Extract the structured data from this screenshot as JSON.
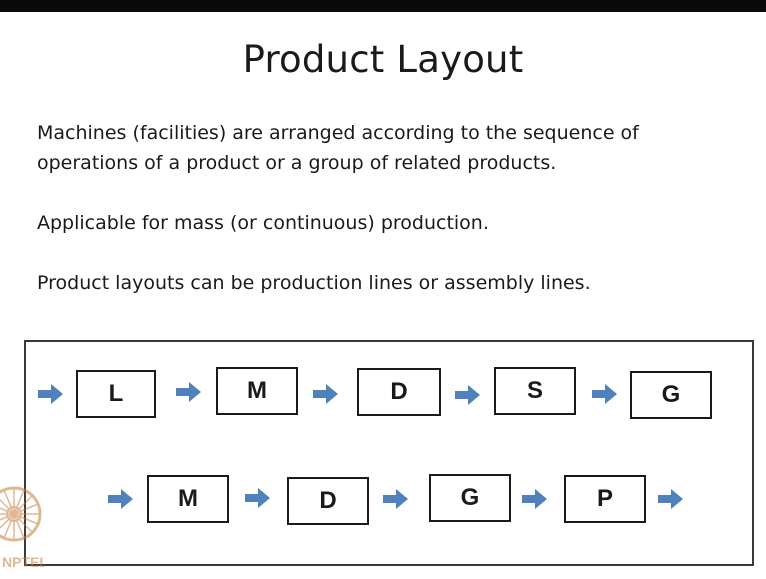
{
  "slide": {
    "title": "Product Layout",
    "paragraphs": [
      "Machines (facilities) are arranged according to the sequence of operations of a product or a group of related products.",
      "Applicable for mass (or continuous) production.",
      "Product layouts can be production lines or assembly lines."
    ]
  },
  "flow": {
    "row1": [
      "L",
      "M",
      "D",
      "S",
      "G"
    ],
    "row2": [
      "M",
      "D",
      "G",
      "P"
    ],
    "arrow_color": "#4f81bd"
  },
  "watermark": {
    "text": "NPTEL",
    "icon": "nptel-wheel-icon"
  }
}
